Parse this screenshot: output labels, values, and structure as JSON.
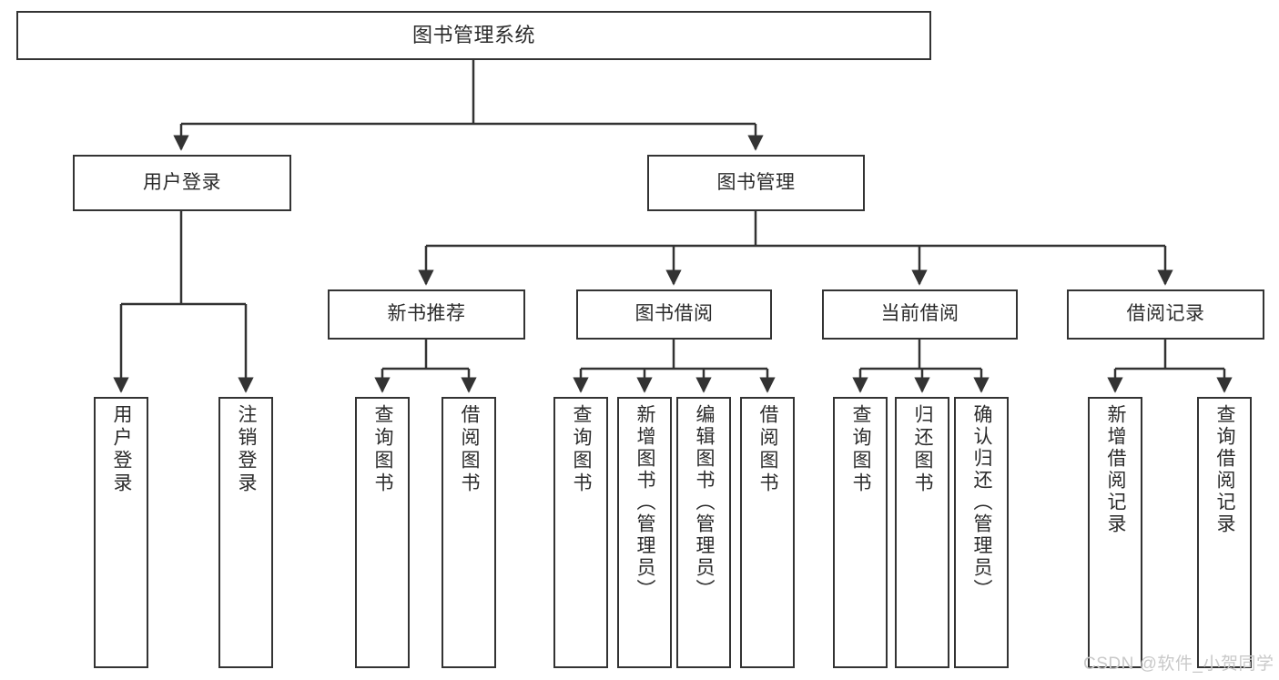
{
  "diagram": {
    "title": "图书管理系统",
    "type": "tree-hierarchy-diagram",
    "accent_line_color": "#333333",
    "text_color": "#2b2b2b",
    "background_color": "#ffffff",
    "nodes": {
      "root": {
        "label": "图书管理系统"
      },
      "level2": [
        {
          "id": "user-login",
          "label": "用户登录"
        },
        {
          "id": "book-management",
          "label": "图书管理"
        }
      ],
      "level3": [
        {
          "id": "new-book-recommend",
          "label": "新书推荐"
        },
        {
          "id": "book-borrow",
          "label": "图书借阅"
        },
        {
          "id": "current-borrow",
          "label": "当前借阅"
        },
        {
          "id": "borrow-record",
          "label": "借阅记录"
        }
      ],
      "leaves": [
        {
          "id": "leaf-user-login",
          "label": "用户登录",
          "parent": "user-login"
        },
        {
          "id": "leaf-logout-login",
          "label": "注销登录",
          "parent": "user-login"
        },
        {
          "id": "leaf-query-book-1",
          "label": "查询图书",
          "parent": "new-book-recommend"
        },
        {
          "id": "leaf-borrow-book-1",
          "label": "借阅图书",
          "parent": "new-book-recommend"
        },
        {
          "id": "leaf-query-book-2",
          "label": "查询图书",
          "parent": "book-borrow"
        },
        {
          "id": "leaf-add-book",
          "label": "新增图书（管理员）",
          "parent": "book-borrow"
        },
        {
          "id": "leaf-edit-book",
          "label": "编辑图书（管理员）",
          "parent": "book-borrow"
        },
        {
          "id": "leaf-borrow-book-2",
          "label": "借阅图书",
          "parent": "book-borrow"
        },
        {
          "id": "leaf-query-book-3",
          "label": "查询图书",
          "parent": "current-borrow"
        },
        {
          "id": "leaf-return-book",
          "label": "归还图书",
          "parent": "current-borrow"
        },
        {
          "id": "leaf-confirm-return",
          "label": "确认归还（管理员）",
          "parent": "current-borrow"
        },
        {
          "id": "leaf-add-record",
          "label": "新增借阅记录",
          "parent": "borrow-record"
        },
        {
          "id": "leaf-query-record",
          "label": "查询借阅记录",
          "parent": "borrow-record"
        }
      ]
    },
    "watermark": "CSDN @软件_小贺同学"
  }
}
